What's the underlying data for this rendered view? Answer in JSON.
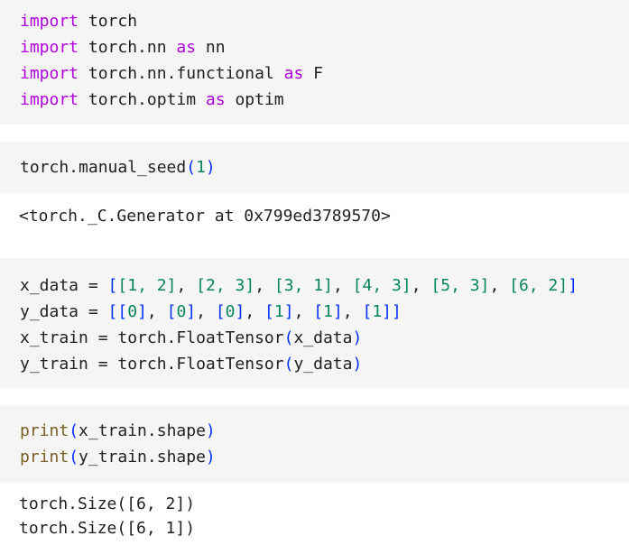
{
  "cells": {
    "imports": {
      "lines": [
        {
          "kw": "import",
          "mod": " torch"
        },
        {
          "kw": "import",
          "mod": " torch.nn ",
          "kw2": "as",
          "alias": " nn"
        },
        {
          "kw": "import",
          "mod": " torch.nn.functional ",
          "kw2": "as",
          "alias": " F"
        },
        {
          "kw": "import",
          "mod": " torch.optim ",
          "kw2": "as",
          "alias": " optim"
        }
      ]
    },
    "seed": {
      "call": "torch.manual_seed",
      "open": "(",
      "arg": "1",
      "close": ")",
      "output": "<torch._C.Generator at 0x799ed3789570>"
    },
    "data": {
      "x_data_prefix": "x_data = ",
      "x_data_open": "[",
      "x_data_pairs": [
        [
          "1",
          "2"
        ],
        [
          "2",
          "3"
        ],
        [
          "3",
          "1"
        ],
        [
          "4",
          "3"
        ],
        [
          "5",
          "3"
        ],
        [
          "6",
          "2"
        ]
      ],
      "x_data_close": "]",
      "y_data_prefix": "y_data = ",
      "y_data_values": [
        "0",
        "0",
        "0",
        "1",
        "1",
        "1"
      ],
      "x_train_prefix": "x_train = torch.FloatTensor",
      "x_train_arg": "x_data",
      "y_train_prefix": "y_train = torch.FloatTensor",
      "y_train_arg": "y_data"
    },
    "print": {
      "fn": "print",
      "arg1": "x_train.shape",
      "arg2": "y_train.shape",
      "output_lines": [
        "torch.Size([6, 2])",
        "torch.Size([6, 1])"
      ]
    }
  },
  "colors": {
    "cell_background": "#f5f5f5",
    "keyword": "#af00db",
    "function": "#795e26",
    "bracket": "#0431fa",
    "number": "#098658",
    "text": "#212121"
  }
}
